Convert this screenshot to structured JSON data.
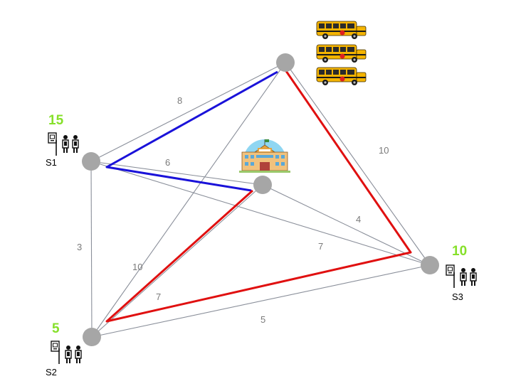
{
  "nodes": [
    {
      "id": "depot",
      "label": ""
    },
    {
      "id": "S1",
      "label": "S1",
      "students": "15"
    },
    {
      "id": "school",
      "label": ""
    },
    {
      "id": "S2",
      "label": "S2",
      "students": "5"
    },
    {
      "id": "S3",
      "label": "S3",
      "students": "10"
    }
  ],
  "edges": [
    {
      "from": "depot",
      "to": "S1",
      "weight": "8"
    },
    {
      "from": "depot",
      "to": "S3",
      "weight": "10"
    },
    {
      "from": "S1",
      "to": "school",
      "weight": "6"
    },
    {
      "from": "S1",
      "to": "S2",
      "weight": "3"
    },
    {
      "from": "S1",
      "to": "S3",
      "weight": "7"
    },
    {
      "from": "school",
      "to": "S3",
      "weight": "4"
    },
    {
      "from": "depot",
      "to": "S2",
      "weight": "10"
    },
    {
      "from": "school",
      "to": "S2",
      "weight": "7"
    },
    {
      "from": "S2",
      "to": "S3",
      "weight": "5"
    }
  ],
  "routes": [
    {
      "color": "#1a12d9",
      "path": [
        "depot",
        "S1",
        "school"
      ]
    },
    {
      "color": "#e01010",
      "path": [
        "depot",
        "S3",
        "S2",
        "school"
      ]
    }
  ],
  "colors": {
    "node": "#a6a6a6",
    "edge": "#8a8f9a",
    "student_count": "#86e02a",
    "bus": "#f4b400"
  },
  "icons": {
    "depot": "school-bus-icon",
    "school": "school-building-icon",
    "stop": "bus-stop-icon",
    "students": "students-icon"
  }
}
